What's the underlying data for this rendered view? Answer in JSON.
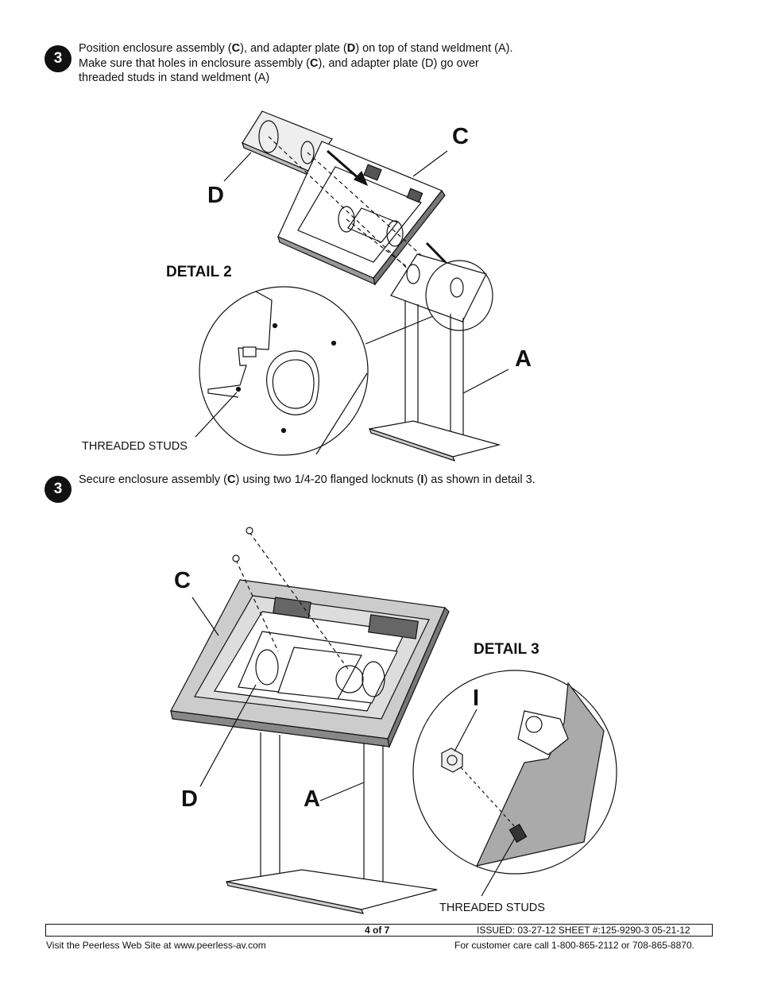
{
  "step1": {
    "number": "3",
    "line1": {
      "p1": "Position enclosure assembly (",
      "b1": "C",
      "p2": "), and adapter plate (",
      "b2": "D",
      "p3": ") on top of stand weldment (A)."
    },
    "line2": {
      "p1": "Make sure that holes in enclosure assembly (",
      "b1": "C",
      "p2": "), and adapter plate (D) go over"
    },
    "line3": "threaded studs in stand weldment (A)"
  },
  "step2": {
    "number": "3",
    "line": {
      "p1": "Secure enclosure assembly (",
      "b1": "C",
      "p2": ") using two 1/4-20 flanged locknuts (",
      "b2": "I",
      "p3": ") as shown in detail 3."
    }
  },
  "figure1": {
    "label_c": "C",
    "label_d": "D",
    "label_a": "A",
    "detail": "DETAIL 2",
    "studs": "THREADED STUDS"
  },
  "figure2": {
    "label_c": "C",
    "label_d": "D",
    "label_a": "A",
    "label_i": "I",
    "detail": "DETAIL 3",
    "studs": "THREADED STUDS"
  },
  "footer": {
    "page": "4 of 7",
    "issued": "ISSUED: 03-27-12  SHEET #:125-9290-3  05-21-12",
    "website": "Visit the Peerless Web Site at www.peerless-av.com",
    "care": "For customer care call 1-800-865-2112 or 708-865-8870."
  }
}
